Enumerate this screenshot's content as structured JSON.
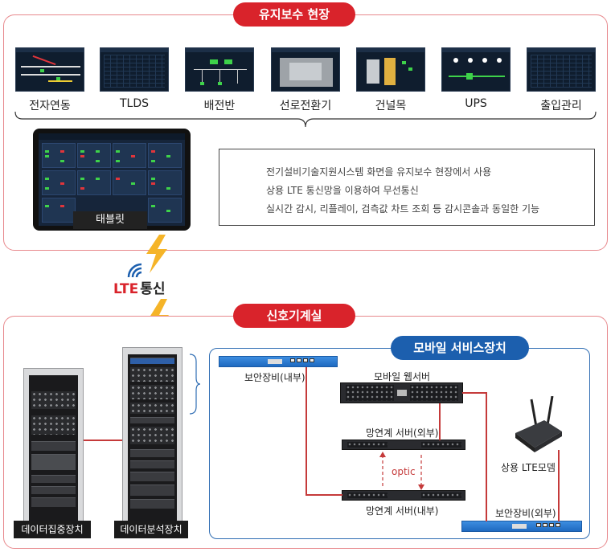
{
  "colors": {
    "accent_red": "#d9232b",
    "accent_blue": "#1c5fae",
    "panel_border": "#e8898d",
    "link_red": "#c53a3a"
  },
  "site": {
    "title": "유지보수 현장",
    "screens": [
      "전자연동",
      "TLDS",
      "배전반",
      "선로전환기",
      "건널목",
      "UPS",
      "출입관리"
    ],
    "tablet_label": "태블릿",
    "description": [
      "전기설비기술지원시스템 화면을 유지보수 현장에서 사용",
      "상용 LTE 통신망을 이용하여 무선통신",
      "실시간 감시, 리플레이, 검측값 차트 조회 등 감시콘솔과 동일한 기능"
    ]
  },
  "lte": {
    "prefix": "LTE",
    "suffix": "통신"
  },
  "room": {
    "title": "신호기계실",
    "rack_left_label": "데이터집중장치",
    "rack_right_label": "데이터분석장치"
  },
  "mobile": {
    "title": "모바일 서비스장치",
    "security_internal": "보안장비(내부)",
    "web_server": "모바일 웹서버",
    "link_server_external": "망연계 서버(외부)",
    "optic": "optic",
    "link_server_internal": "망연계 서버(내부)",
    "lte_modem": "상용 LTE모뎀",
    "security_external": "보안장비(외부)"
  }
}
